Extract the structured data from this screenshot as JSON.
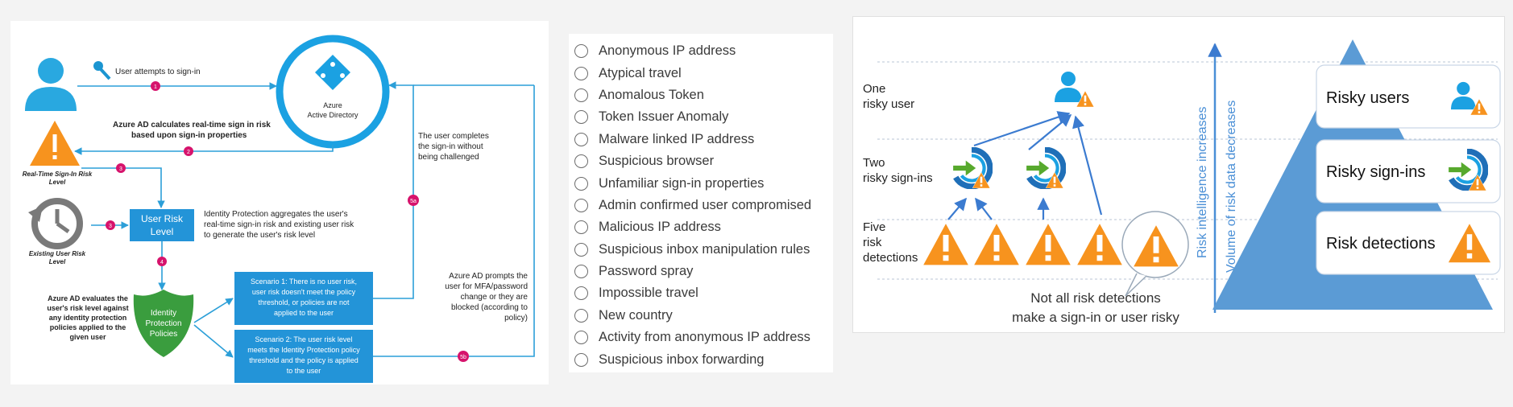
{
  "flow": {
    "user_attempts": "User attempts to sign-in",
    "azure_ad_title": "Azure",
    "azure_ad_subtitle": "Active Directory",
    "calculates_line1": "Azure AD calculates real-time sign in risk",
    "calculates_line2": "based upon sign-in properties",
    "realtime_risk_line1": "Real-Time Sign-In Risk",
    "realtime_risk_line2": "Level",
    "user_risk_line1": "User Risk",
    "user_risk_line2": "Level",
    "aggregates_line1": "Identity Protection aggregates the user's",
    "aggregates_line2": "real-time sign-in risk and existing user risk",
    "aggregates_line3": "to generate the user's risk level",
    "existing_risk_line1": "Existing User Risk",
    "existing_risk_line2": "Level",
    "evaluates_line1": "Azure AD evaluates the",
    "evaluates_line2": "user's risk level against",
    "evaluates_line3": "any identity protection",
    "evaluates_line4": "policies applied to the",
    "evaluates_line5": "given user",
    "policies_line1": "Identity",
    "policies_line2": "Protection",
    "policies_line3": "Policies",
    "scenario1_line1": "Scenario 1: There is no user risk,",
    "scenario1_line2": "user risk doesn't meet the policy",
    "scenario1_line3": "threshold, or policies are not",
    "scenario1_line4": "applied to the user",
    "scenario2_line1": "Scenario 2: The user risk level",
    "scenario2_line2": "meets the Identity Protection policy",
    "scenario2_line3": "threshold and the policy is applied",
    "scenario2_line4": "to the user",
    "completes_line1": "The user completes",
    "completes_line2": "the sign-in without",
    "completes_line3": "being challenged",
    "prompts_line1": "Azure AD prompts the",
    "prompts_line2": "user for MFA/password",
    "prompts_line3": "change or they are",
    "prompts_line4": "blocked (according to",
    "prompts_line5": "policy)",
    "step1": "1",
    "step2": "2",
    "step3a": "3",
    "step3b": "3",
    "step4": "4",
    "step5a": "5a",
    "step5b": "5b"
  },
  "risk_detections": {
    "options": [
      "Anonymous IP address",
      "Atypical travel",
      "Anomalous Token",
      "Token Issuer Anomaly",
      "Malware linked IP address",
      "Suspicious browser",
      "Unfamiliar sign-in properties",
      "Admin confirmed user compromised",
      "Malicious IP address",
      "Suspicious inbox manipulation rules",
      "Password spray",
      "Impossible travel",
      "New country",
      "Activity from anonymous IP address",
      "Suspicious inbox forwarding"
    ]
  },
  "pyramid": {
    "one_line1": "One",
    "one_line2": "risky user",
    "two_line1": "Two",
    "two_line2": "risky sign-ins",
    "five_line1": "Five",
    "five_line2": "risk",
    "five_line3": "detections",
    "note_line1": "Not all risk detections",
    "note_line2": "make a sign-in or user risky",
    "axis_intelligence": "Risk intelligence increases",
    "axis_volume": "Volume of risk data decreases",
    "tier_users": "Risky users",
    "tier_signins": "Risky sign-ins",
    "tier_detections": "Risk detections"
  },
  "colors": {
    "azure_blue": "#1ba1e2",
    "box_blue": "#2394d8",
    "policy_green": "#3a9d3e",
    "step_magenta": "#d6136c",
    "warning_orange": "#f7931e",
    "pyramid_blue": "#5b9bd5",
    "arrow_green": "#57a92d"
  }
}
